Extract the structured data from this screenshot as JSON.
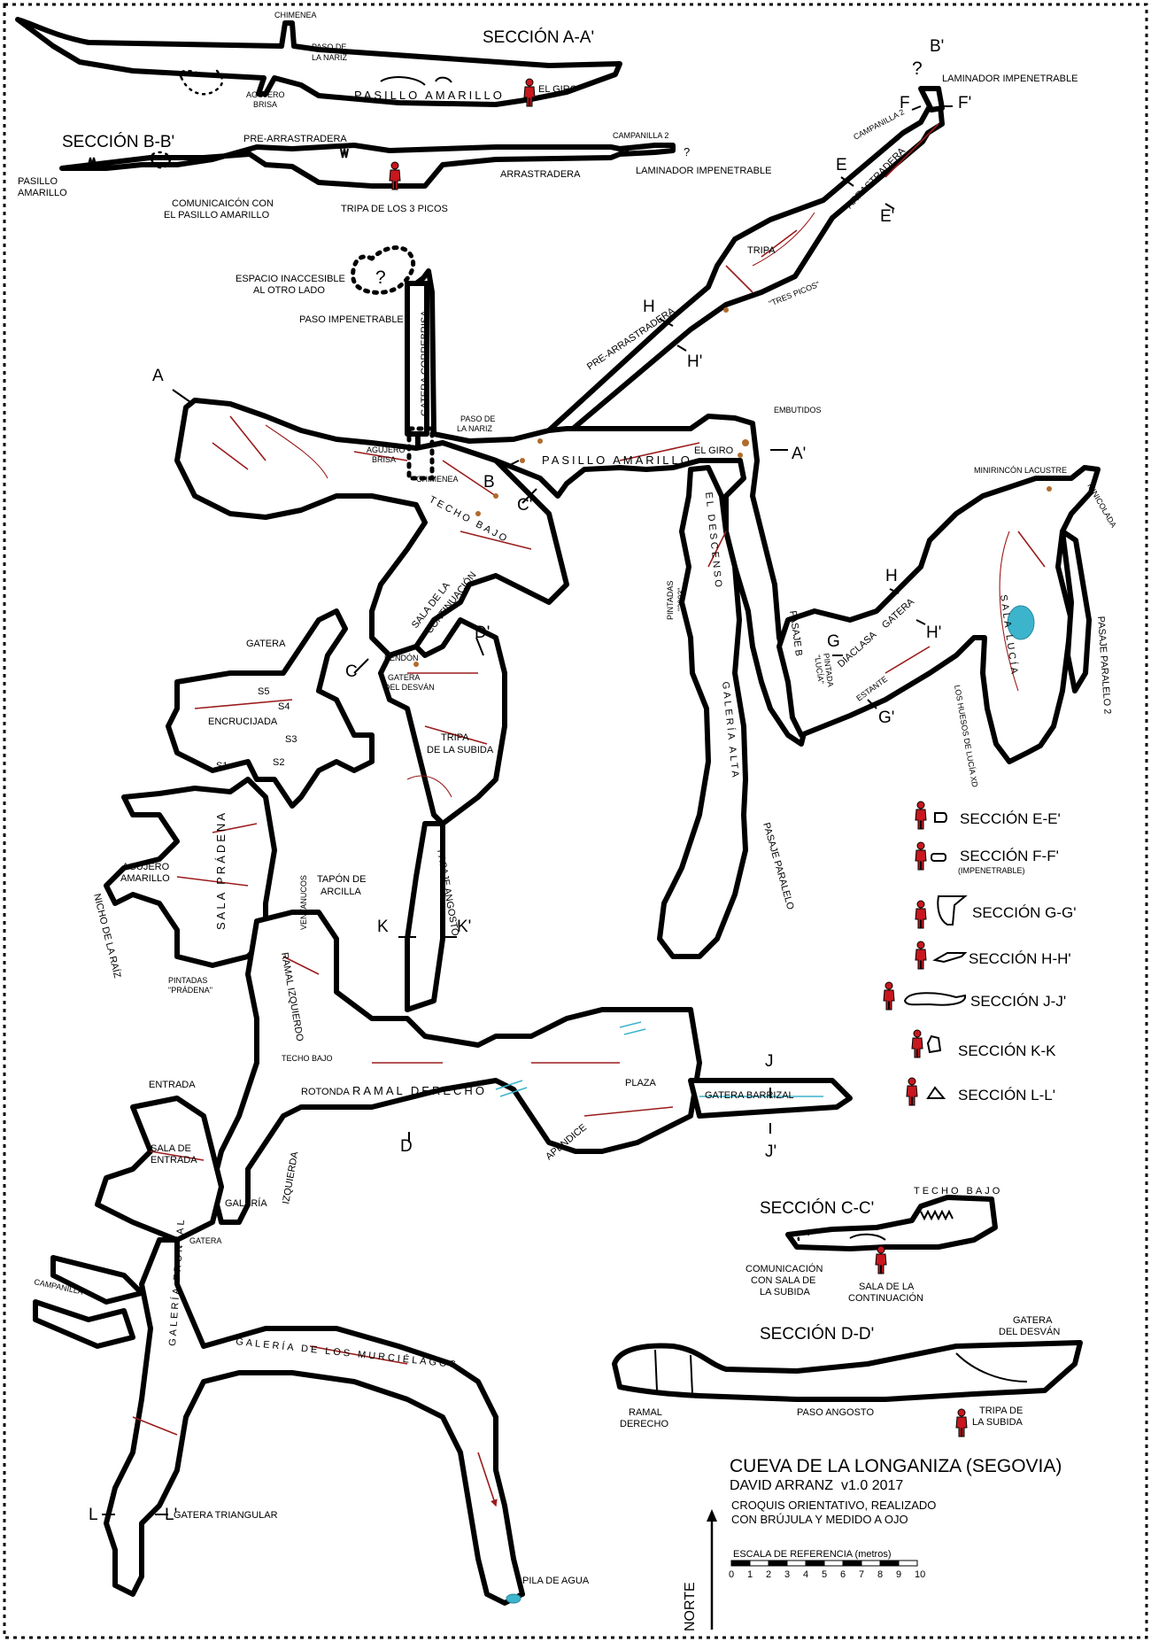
{
  "title": {
    "line1": "CUEVA DE LA LONGANIZA (SEGOVIA)",
    "author": "DAVID ARRANZ",
    "version": "v1.0 2017",
    "note1": "CROQUIS ORIENTATIVO, REALIZADO",
    "note2": "CON BRÚJULA Y MEDIDO A OJO"
  },
  "scale": {
    "label": "ESCALA DE REFERENCIA (metros)",
    "ticks": [
      "0",
      "1",
      "2",
      "3",
      "4",
      "5",
      "6",
      "7",
      "8",
      "9",
      "10"
    ],
    "north": "NORTE"
  },
  "sections": {
    "aa": {
      "title": "SECCIÓN A-A'",
      "chimenea": "CHIMENEA",
      "paso_nariz": "PASO DE\nLA NARIZ",
      "paso_nariz_1": "PASO DE",
      "paso_nariz_2": "LA NARIZ",
      "agujero_1": "AGUJERO",
      "agujero_2": "BRISA",
      "pasillo": "PASILLO AMARILLO",
      "giro": "EL GIRO"
    },
    "bb": {
      "title": "SECCIÓN B-B'",
      "pasillo_1": "PASILLO",
      "pasillo_2": "AMARILLO",
      "pre": "PRE-ARRASTRADERA",
      "campanilla": "CAMPANILLA 2",
      "q": "?",
      "lam": "LAMINADOR IMPENETRABLE",
      "arr": "ARRASTRADERA",
      "com_1": "COMUNICAICÓN CON",
      "com_2": "EL PASILLO AMARILLO",
      "tripa": "TRIPA DE LOS 3 PICOS"
    },
    "cc": {
      "title": "SECCIÓN C-C'",
      "techo": "TECHO BAJO",
      "com_1": "COMUNICACIÓN",
      "com_2": "CON SALA DE",
      "com_3": "LA SUBIDA",
      "sala_1": "SALA DE LA",
      "sala_2": "CONTINUACIÓN"
    },
    "dd": {
      "title": "SECCIÓN D-D'",
      "gatera_1": "GATERA",
      "gatera_2": "DEL DESVÁN",
      "ramal_1": "RAMAL",
      "ramal_2": "DERECHO",
      "paso": "PASO ANGOSTO",
      "tripa_1": "TRIPA DE",
      "tripa_2": "LA SUBIDA"
    }
  },
  "legend": [
    {
      "label": "SECCIÓN E-E'",
      "sub": ""
    },
    {
      "label": "SECCIÓN F-F'",
      "sub": "(IMPENETRABLE)"
    },
    {
      "label": "SECCIÓN G-G'",
      "sub": ""
    },
    {
      "label": "SECCIÓN H-H'",
      "sub": ""
    },
    {
      "label": "SECCIÓN J-J'",
      "sub": ""
    },
    {
      "label": "SECCIÓN K-K",
      "sub": ""
    },
    {
      "label": "SECCIÓN L-L'",
      "sub": ""
    }
  ],
  "map_labels": {
    "espacio_1": "ESPACIO INACCESIBLE",
    "espacio_2": "AL OTRO LADO",
    "q": "?",
    "paso_imp": "PASO IMPENETRABLE",
    "gatera_correbrisa": "GATERA CORREBRISA",
    "agujero_1": "AGUJERO",
    "agujero_2": "BRISA",
    "chimenea": "CHIMENEA",
    "paso_nariz_1": "PASO DE",
    "paso_nariz_2": "LA NARIZ",
    "pasillo_amarillo": "PASILLO AMARILLO",
    "el_giro": "EL GIRO",
    "embutidos": "EMBUTIDOS",
    "techo_bajo": "TECHO BAJO",
    "sala_cont_1": "SALA DE LA",
    "sala_cont_2": "CONTINUACIÓN",
    "pendon": "PENDÓN",
    "gatera_desvan_1": "GATERA",
    "gatera_desvan_2": "DEL DESVÁN",
    "tripa_subida_1": "TRIPA",
    "tripa_subida_2": "DE LA SUBIDA",
    "gatera": "GATERA",
    "encrucijada": "ENCRUCIJADA",
    "s1": "S1",
    "s2": "S2",
    "s3": "S3",
    "s4": "S4",
    "s5": "S5",
    "sala_pradena": "SALA PRÁDENA",
    "agujero_amarillo_1": "AGUJERO",
    "agujero_amarillo_2": "AMARILLO",
    "nicho": "NICHO DE LA RAÍZ",
    "pintadas_1": "PINTADAS",
    "pintadas_2": "\"PRÁDENA\"",
    "tapon_1": "TAPÓN DE",
    "tapon_2": "ARCILLA",
    "ventanucos": "VENTANUCOS",
    "ramal_izq": "RAMAL IZQUIERDO",
    "techo_bajo_small": "TECHO BAJO",
    "rotonda": "ROTONDA",
    "ramal_derecho": "RAMAL DERECHO",
    "pasaje_angosto": "PASAJE ANGOSTO",
    "plaza": "PLAZA",
    "apendice": "APÉNDICE",
    "gatera_barrizal": "GATERA BARRIZAL",
    "entrada": "ENTRADA",
    "sala_entrada_1": "SALA DE",
    "sala_entrada_2": "ENTRADA",
    "galeria": "GALERÍA",
    "izquierda": "IZQUIERDA",
    "gatera2": "GATERA",
    "campanilla": "CAMPANILLA",
    "galeria_frontal": "GALERÍA FRONTAL",
    "galeria_murcielagos": "GALERÍA DE LOS MURCIÉLAGOS",
    "gatera_triangular": "GATERA TRIANGULAR",
    "pila": "PILA DE AGUA",
    "el_descenso": "EL DESCENSO",
    "pintadas2_1": "PINTADAS",
    "pintadas2_2": "\"2003\"",
    "galeria_alta": "GALERÍA ALTA",
    "pasaje_paralelo": "PASAJE PARALELO",
    "pasaje_b": "PASAJE B",
    "pintada_lucia_1": "PINTADA",
    "pintada_lucia_2": "\"LUCÍA\"",
    "diaclasa": "DIACLASA",
    "gatera3": "GATERA",
    "estante": "ESTANTE",
    "sala_lucia": "SALA LUCÍA",
    "huesos": "LOS HUESOS DE LUCÍA XD",
    "pasaje_paralelo2": "PASAJE PARALELO 2",
    "minirincon": "MINIRINCÓN LACUSTRE",
    "minicolada": "MINICOLADA",
    "tripa": "TRIPA",
    "tres_picos": "\"TRES PICOS\"",
    "pre_arr": "PRE-ARRASTRADERA",
    "arrastradera": "ARRASTRADERA",
    "campanilla2": "CAMPANILLA 2",
    "laminador": "LAMINADOR IMPENETRABLE"
  },
  "section_marks": {
    "A": "A",
    "A2": "A'",
    "B": "B",
    "B2": "B'",
    "C": "C",
    "C2": "C'",
    "D": "D",
    "D2": "D'",
    "E": "E",
    "E2": "E'",
    "F": "F",
    "F2": "F'",
    "G": "G",
    "G2": "G'",
    "H": "H",
    "H2": "H'",
    "J": "J",
    "J2": "J'",
    "K": "K",
    "K2": "K'",
    "L": "L",
    "L2": "L'"
  },
  "colors": {
    "passage_red": "#9b1b1b",
    "water": "#3cb4cc",
    "sediment": "#b06b2c",
    "person": "#c8171e"
  }
}
